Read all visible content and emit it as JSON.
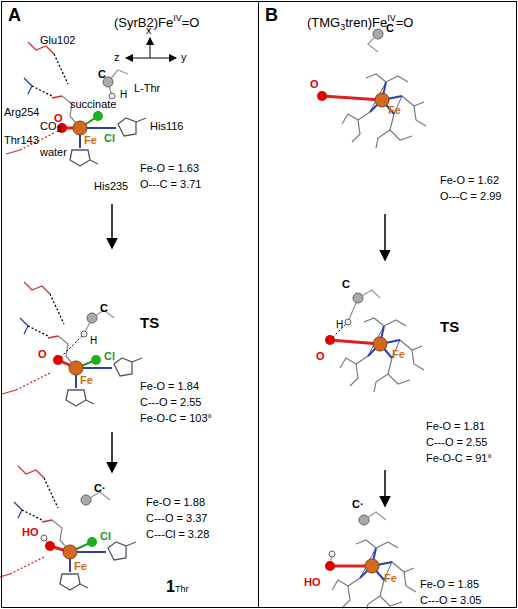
{
  "diagram": {
    "nodes": [
      {
        "text": [
          "A",
          "(SyrB2)Fe",
          "IV",
          "=O"
        ]
      },
      {
        "text": [
          "B",
          "(TMG",
          "3",
          "tren)Fe",
          "IV",
          "=O"
        ]
      }
    ],
    "labels": [
      "Glu102",
      "x",
      "C",
      "H",
      "L-Thr",
      "y",
      "z",
      "succinate",
      "Arg254",
      "CO",
      "2",
      "Fe",
      "Cl",
      "His116",
      "Thr143",
      "water",
      "O",
      "His235",
      "Fe-O = 1.63",
      "O---C = 3.71",
      "TS",
      "C",
      "H",
      "O",
      "Fe",
      "Cl",
      "Fe-O = 1.84",
      "C---O = 2.55",
      "Fe-O-C = 103°",
      "C·",
      "Fe-O = 1.88",
      "C---O = 3.37",
      "C---Cl = 3.28",
      "HO",
      "Fe",
      "Cl",
      "1",
      "Thr",
      "C",
      "O",
      "Fe",
      "Fe-O = 1.62",
      "O---C = 2.99",
      "C",
      "H",
      "TS",
      "O",
      "Fe",
      "Fe-O = 1.81",
      "C---O = 2.55",
      "Fe-O-C = 91°",
      "C·",
      "HO",
      "Fe",
      "Fe-O = 1.85",
      "C---O = 3.05"
    ]
  }
}
